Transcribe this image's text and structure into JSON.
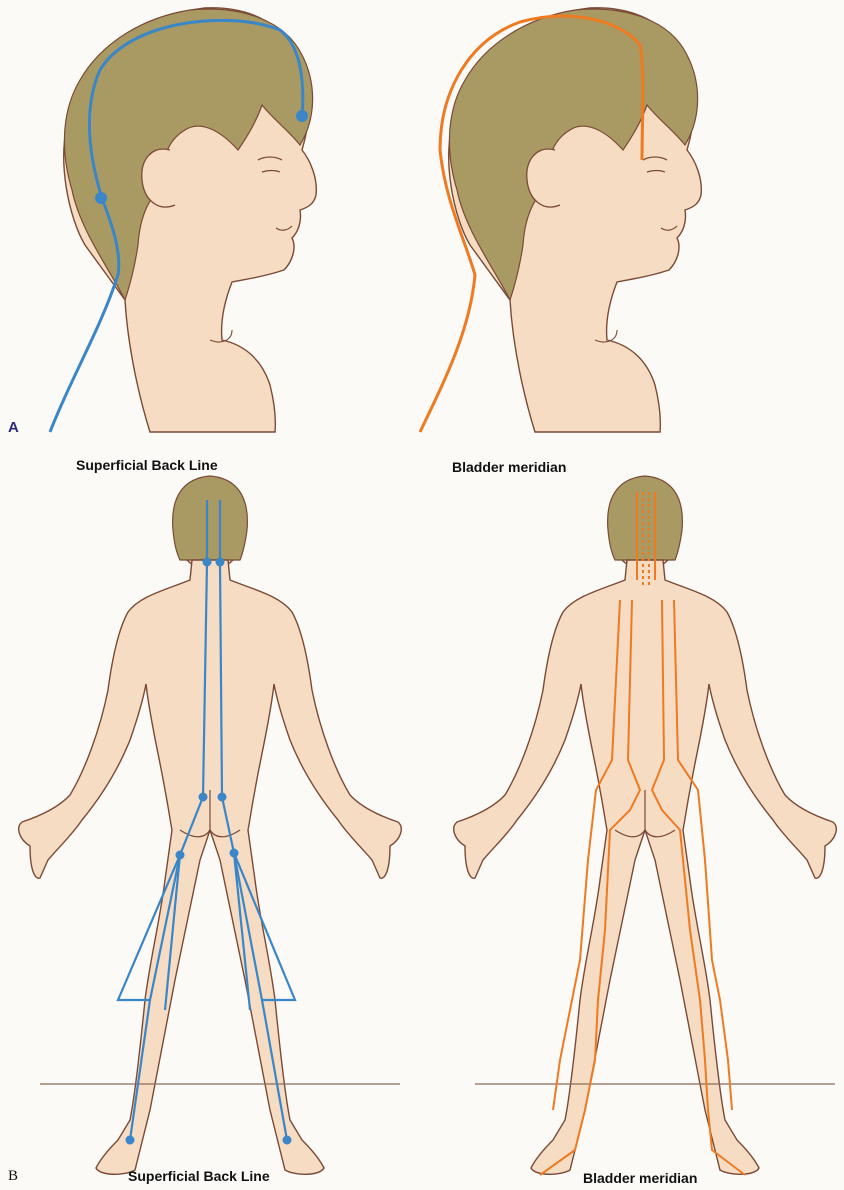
{
  "figure": {
    "panel_a": {
      "letter": "A",
      "left_caption": "Superficial Back Line",
      "right_caption": "Bladder meridian"
    },
    "panel_b": {
      "letter": "B",
      "left_caption": "Superficial Back Line",
      "right_caption": "Bladder meridian"
    }
  },
  "colors": {
    "superficial_back_line": "#3a86c8",
    "bladder_meridian": "#ee7a22",
    "skin": "#f6dcc3",
    "hair": "#a89a62",
    "outline": "#7a4a36",
    "background": "#fbfaf6"
  }
}
